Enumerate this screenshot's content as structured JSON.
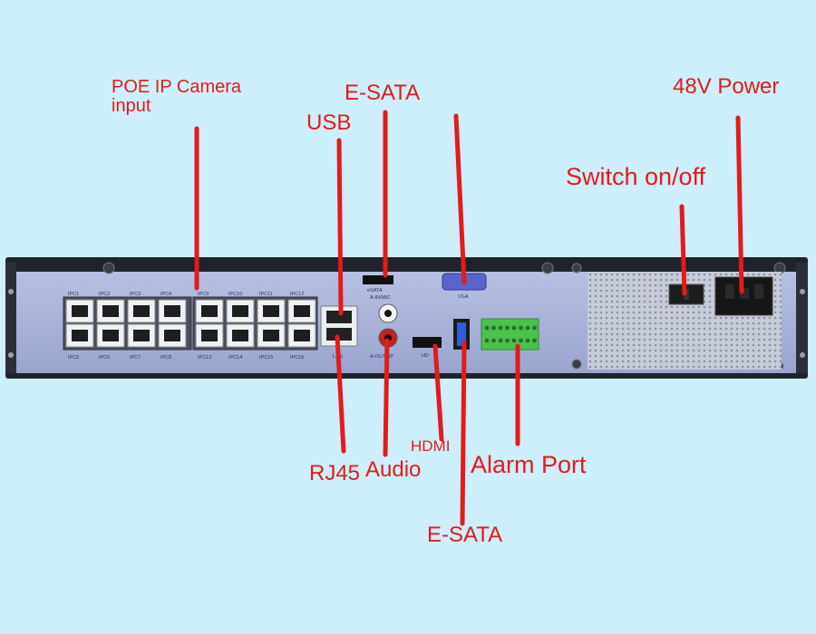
{
  "labels": {
    "poe_ip_camera_line1": "POE IP Camera",
    "poe_ip_camera_line2": "input",
    "e_sata_top": "E-SATA",
    "usb": "USB",
    "power_48v": "48V Power",
    "switch_on_off": "Switch on/off",
    "rj45": "RJ45",
    "audio": "Audio",
    "hdmi": "HDMI",
    "alarm_port": "Alarm Port",
    "e_sata_bottom": "E-SATA"
  },
  "panel": {
    "ipc_top": [
      "IPC1",
      "IPC2",
      "IPC3",
      "IPC4",
      "IPC9",
      "IPC10",
      "IPC11",
      "IPC12"
    ],
    "ipc_bottom": [
      "IPC5",
      "IPC6",
      "IPC7",
      "IPC8",
      "IPC13",
      "IPC14",
      "IPC15",
      "IPC16"
    ],
    "esata_port_label": "eSATA",
    "audio_in_label": "A-IN/MIC",
    "audio_out_label": "A-OUT/SP",
    "vga_label": "VGA",
    "hdmi_port_label": "HD",
    "lan_label": "LAN"
  },
  "colors": {
    "background": "#cdeefb",
    "annotation": "#e21b1b",
    "chassis": "#a9b3d9",
    "chassis_frame": "#20232c"
  }
}
